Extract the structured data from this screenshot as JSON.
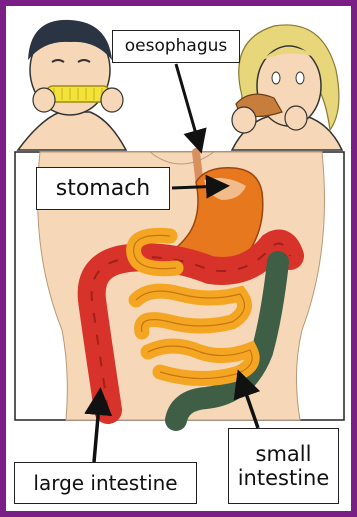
{
  "labels": {
    "oesophagus": "oesophagus",
    "stomach": "stomach",
    "large_intestine": "large intestine",
    "small_intestine_line1": "small",
    "small_intestine_line2": "intestine"
  },
  "colors": {
    "border": "#7a1f86",
    "skin": "#f6d8b8",
    "stomach": "#e8781e",
    "large_intestine": "#d7332a",
    "small_intestine": "#f4a623",
    "rectum": "#3f5e46",
    "corn": "#f2e23a",
    "hair_boy": "#2b3442",
    "hair_girl": "#e8d67a"
  },
  "icons": [
    "boy-eating-corn-illustration",
    "girl-eating-chicken-illustration",
    "digestive-system-illustration"
  ]
}
